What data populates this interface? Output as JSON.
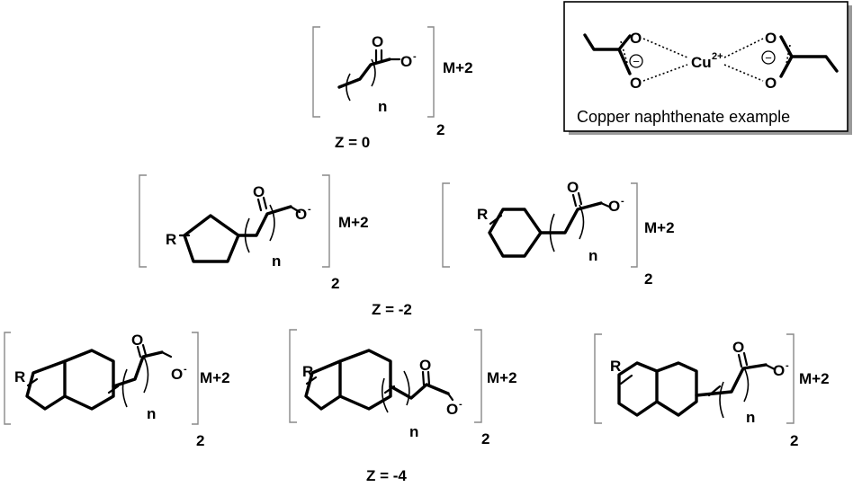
{
  "labels": {
    "oxygen": "O",
    "charge_minus": "-",
    "repeat": "n",
    "mass": "M+2",
    "multiplier": "2",
    "substituent": "R"
  },
  "groups": {
    "z0": "Z = 0",
    "z2": "Z = -2",
    "z4": "Z = -4"
  },
  "inset": {
    "copper": "Cu",
    "copper_charge": "2+",
    "minus_symbol": "−",
    "caption": "Copper naphthenate example"
  }
}
